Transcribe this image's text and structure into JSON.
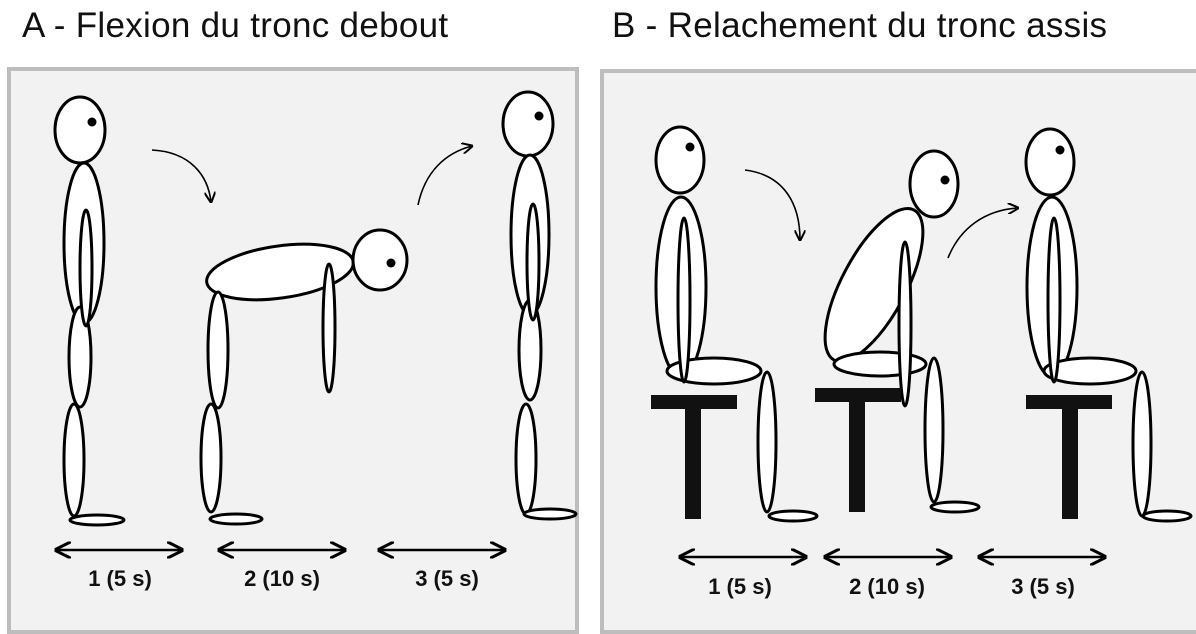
{
  "panel_a": {
    "title": "A - Flexion du tronc debout",
    "phases": [
      {
        "label": "1 (5 s)"
      },
      {
        "label": "2 (10 s)"
      },
      {
        "label": "3 (5 s)"
      }
    ]
  },
  "panel_b": {
    "title": "B - Relachement du tronc assis",
    "phases": [
      {
        "label": "1 (5 s)"
      },
      {
        "label": "2 (10 s)"
      },
      {
        "label": "3 (5 s)"
      }
    ]
  },
  "colors": {
    "panel_background": "#f2f2f2",
    "panel_border": "#bdbdbd",
    "figure_stroke": "#000000",
    "figure_fill": "#ffffff",
    "chair": "#111111"
  }
}
